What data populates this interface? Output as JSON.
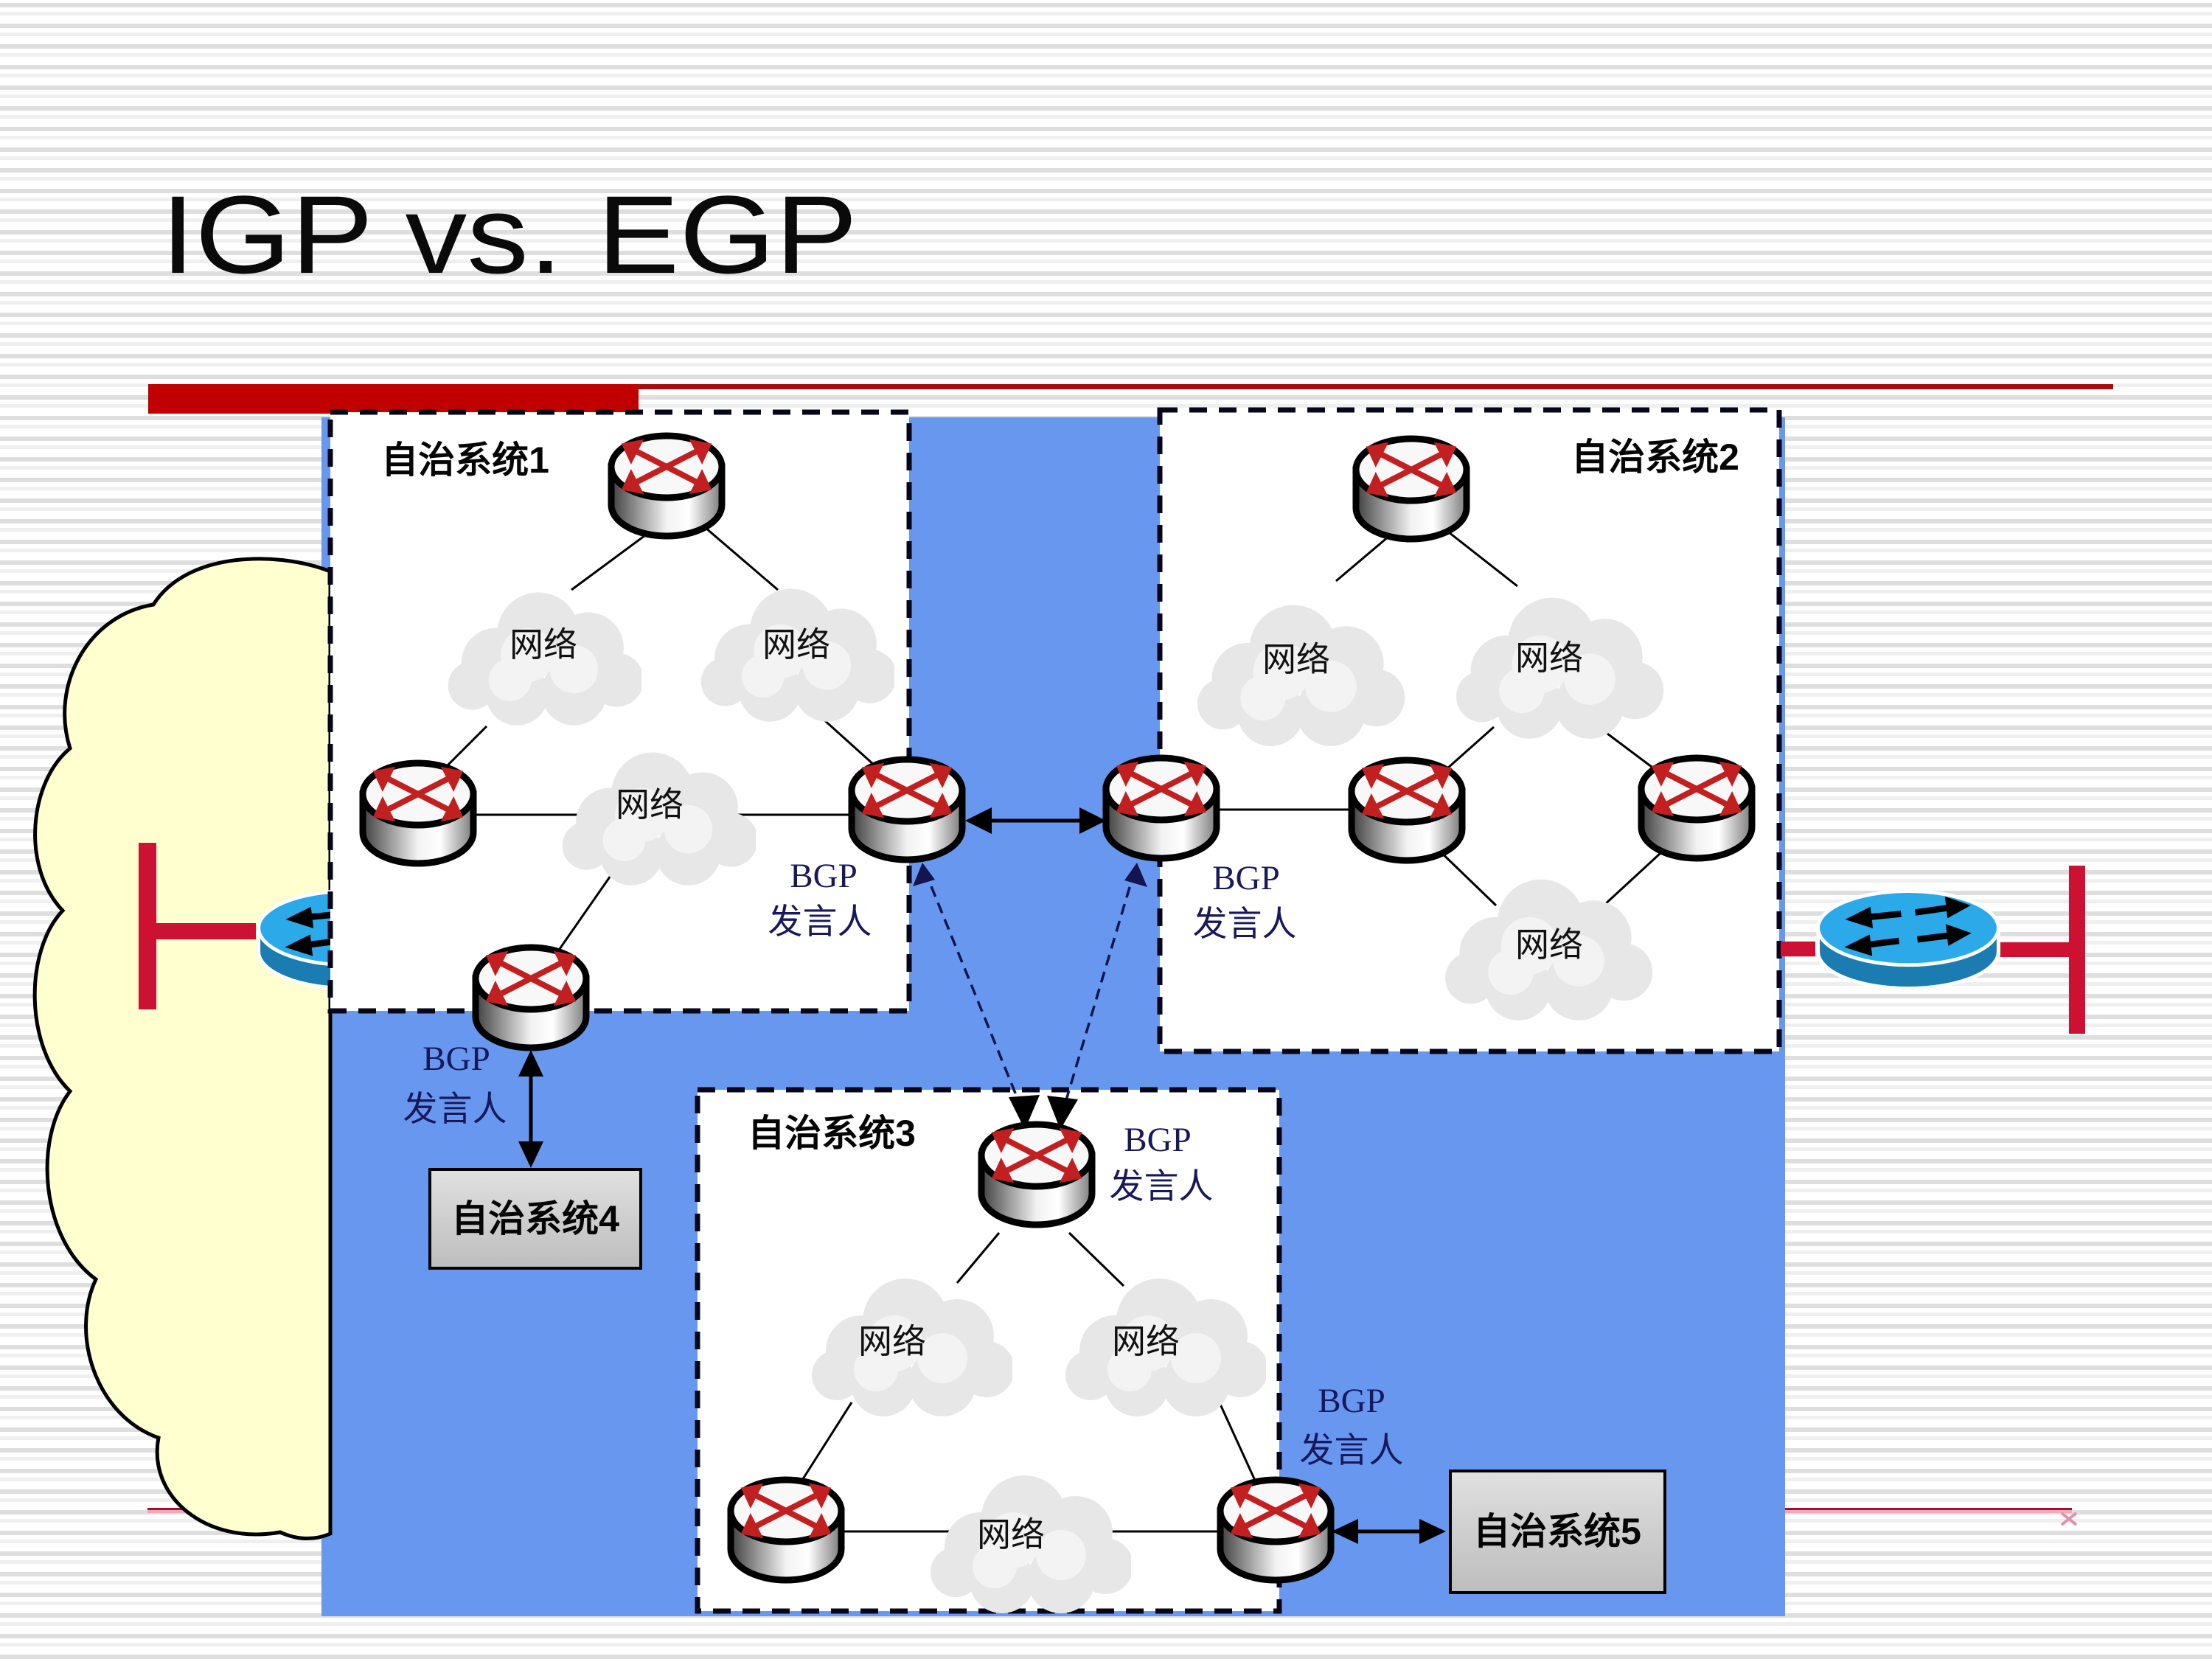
{
  "slide": {
    "title": "IGP vs. EGP"
  },
  "labels": {
    "network": "网络",
    "bgp": "BGP",
    "speaker": "发言人"
  },
  "systems": {
    "as1": "自治系统1",
    "as2": "自治系统2",
    "as3": "自治系统3",
    "as4": "自治系统4",
    "as5": "自治系统5"
  },
  "colors": {
    "panel_blue": "#6897F0",
    "accent_bar_red": "#C00000",
    "thin_rule_red": "#A01010",
    "connector_red": "#CC1133",
    "yellow_cloud": "#FFFFCF",
    "bgp_text_navy": "#18185A",
    "router_arrow_red": "#C22020",
    "blue_router_top": "#2BA9E8",
    "blue_router_side": "#1A7CB0",
    "gray_box_fill": "#CCCCCC",
    "cloud_gray": "#E7E7E7"
  }
}
